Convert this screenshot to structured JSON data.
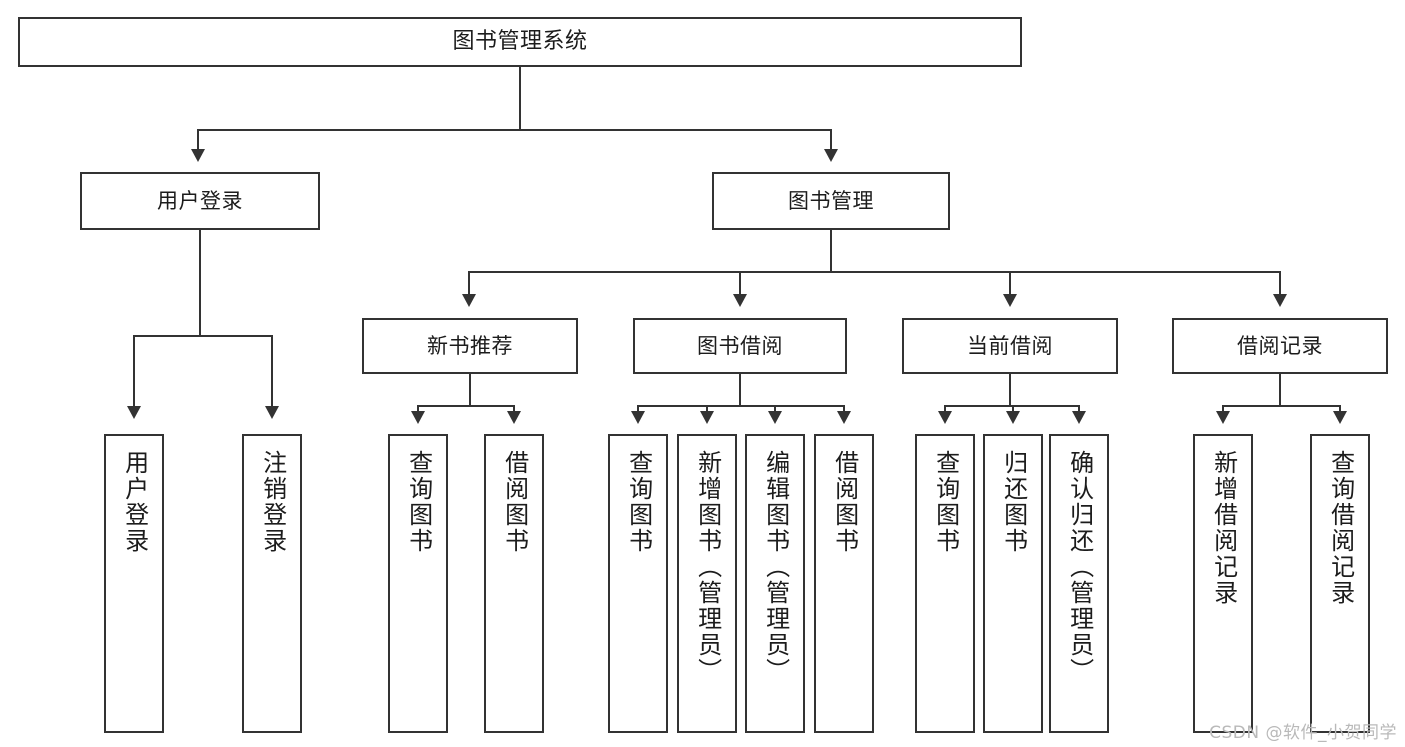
{
  "diagram": {
    "title": "图书管理系统",
    "type": "functional-hierarchy-tree",
    "watermark": "CSDN @软件_小贺同学",
    "colors": {
      "border": "#333333",
      "background": "#ffffff",
      "text": "#1c1c1c",
      "watermark": "#b9b9b9"
    },
    "root": {
      "label": "图书管理系统"
    },
    "level2": [
      {
        "label": "用户登录"
      },
      {
        "label": "图书管理"
      }
    ],
    "level3": [
      {
        "label": "新书推荐"
      },
      {
        "label": "图书借阅"
      },
      {
        "label": "当前借阅"
      },
      {
        "label": "借阅记录"
      }
    ],
    "leaves": {
      "user_login": [
        {
          "label": "用户登录"
        },
        {
          "label": "注销登录"
        }
      ],
      "new_book_recommend": [
        {
          "label": "查询图书"
        },
        {
          "label": "借阅图书"
        }
      ],
      "book_borrow": [
        {
          "label": "查询图书"
        },
        {
          "label": "新增图书（管理员）"
        },
        {
          "label": "编辑图书（管理员）"
        },
        {
          "label": "借阅图书"
        }
      ],
      "current_borrow": [
        {
          "label": "查询图书"
        },
        {
          "label": "归还图书"
        },
        {
          "label": "确认归还（管理员）"
        }
      ],
      "borrow_record": [
        {
          "label": "新增借阅记录"
        },
        {
          "label": "查询借阅记录"
        }
      ]
    }
  }
}
